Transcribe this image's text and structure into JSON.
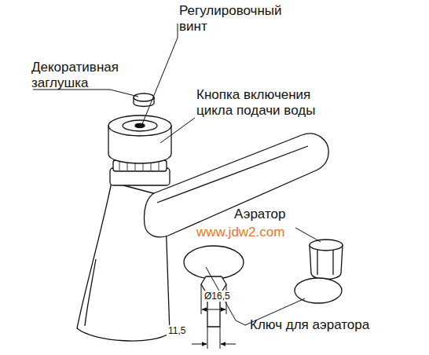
{
  "diagram": {
    "labels": [
      "Регулировочный винт",
      "Декоративная заглушка",
      "Кнопка включения цикла подачи воды",
      "Аэратор",
      "www.jdw2.com",
      "Ø16,5",
      "11,5",
      "Ключ для аэратора"
    ]
  }
}
